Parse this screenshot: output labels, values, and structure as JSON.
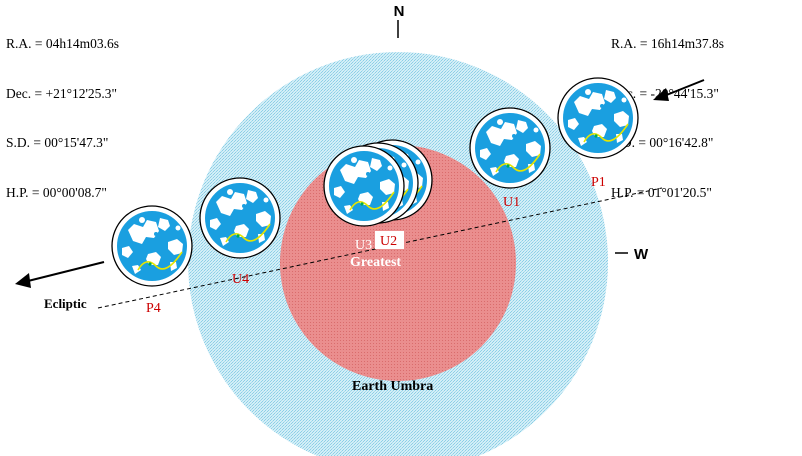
{
  "compass": {
    "north": "N",
    "west": "W"
  },
  "moon_data_left": [
    {
      "label": "R.A. = ",
      "value": "04h14m03.6s"
    },
    {
      "label": "Dec. = ",
      "value": "+21°12'25.3\""
    },
    {
      "label": "S.D. = ",
      "value": "00°15'47.3\""
    },
    {
      "label": "H.P. = ",
      "value": "00°00'08.7\""
    }
  ],
  "moon_data_right": [
    {
      "label": "R.A. = ",
      "value": "16h14m37.8s"
    },
    {
      "label": "Dec. = ",
      "value": "-20°44'15.3\""
    },
    {
      "label": "S.D. = ",
      "value": "00°16'42.8\""
    },
    {
      "label": "H.P. = ",
      "value": "01°01'20.5\""
    }
  ],
  "contacts": {
    "p1": "P1",
    "u1": "U1",
    "u2": "U2",
    "u3": "U3",
    "greatest": "Greatest",
    "u4": "U4",
    "p4": "P4"
  },
  "labels": {
    "ecliptic": "Ecliptic",
    "umbra": "Earth Umbra"
  },
  "colors": {
    "penumbra": "#bfe6f2",
    "umbra": "#e88a8a",
    "moon_ocean": "#1a9fe0",
    "moon_land": "#ffffff",
    "contact_label": "#cc0000",
    "track": "#e6e600"
  }
}
